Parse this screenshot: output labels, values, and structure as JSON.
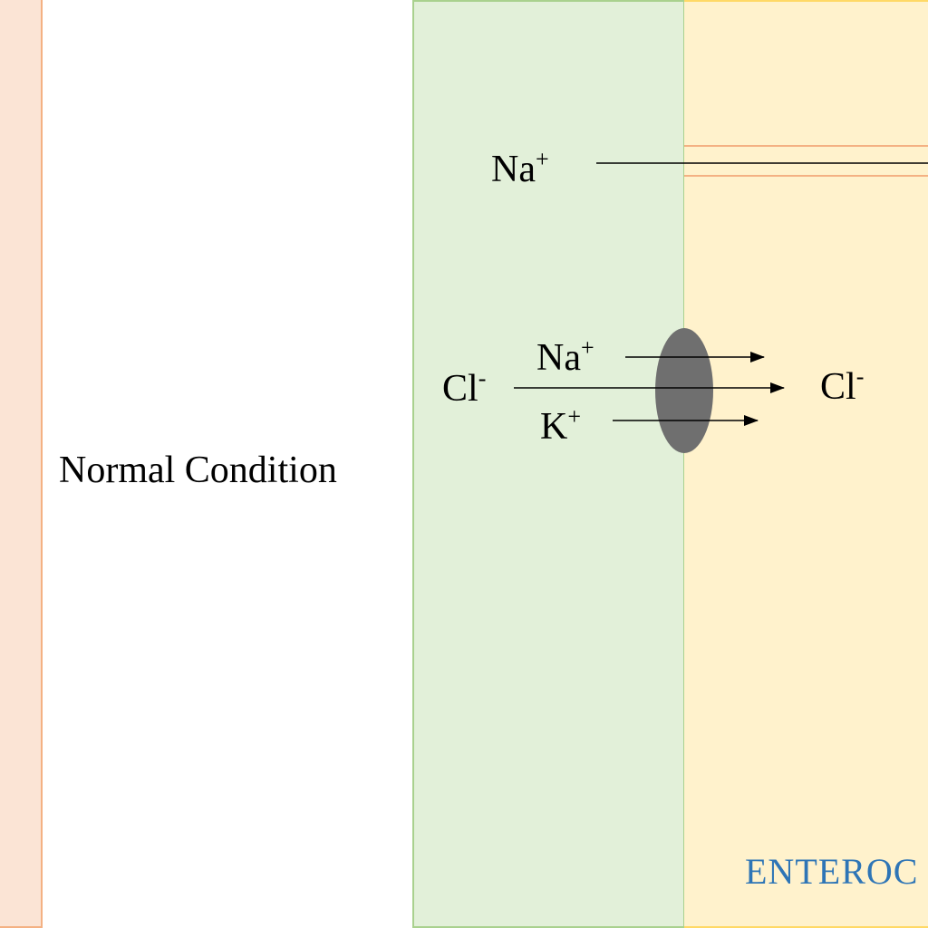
{
  "colors": {
    "left_strip_fill": "#fbe4d5",
    "left_strip_border": "#f4b183",
    "lumen_fill": "#e2f0d9",
    "lumen_border": "#a9d18e",
    "cell_fill": "#fff2cc",
    "cell_border": "#ffd966",
    "channel_lines": "#f4b183",
    "transporter": "#6f6f6f",
    "enterocyte_text": "#2e75b6",
    "arrows": "#000000"
  },
  "condition_label": "Normal Condition",
  "lumen": {
    "na_ion": {
      "symbol": "Na",
      "charge": "+"
    },
    "cl_ion": {
      "symbol": "Cl",
      "charge": "-"
    }
  },
  "transporter": {
    "icon": "nkcc-cotransporter-oval",
    "na_ion": {
      "symbol": "Na",
      "charge": "+"
    },
    "k_ion": {
      "symbol": "K",
      "charge": "+"
    }
  },
  "cell": {
    "cl_ion": {
      "symbol": "Cl",
      "charge": "-"
    },
    "label": "ENTEROC"
  }
}
